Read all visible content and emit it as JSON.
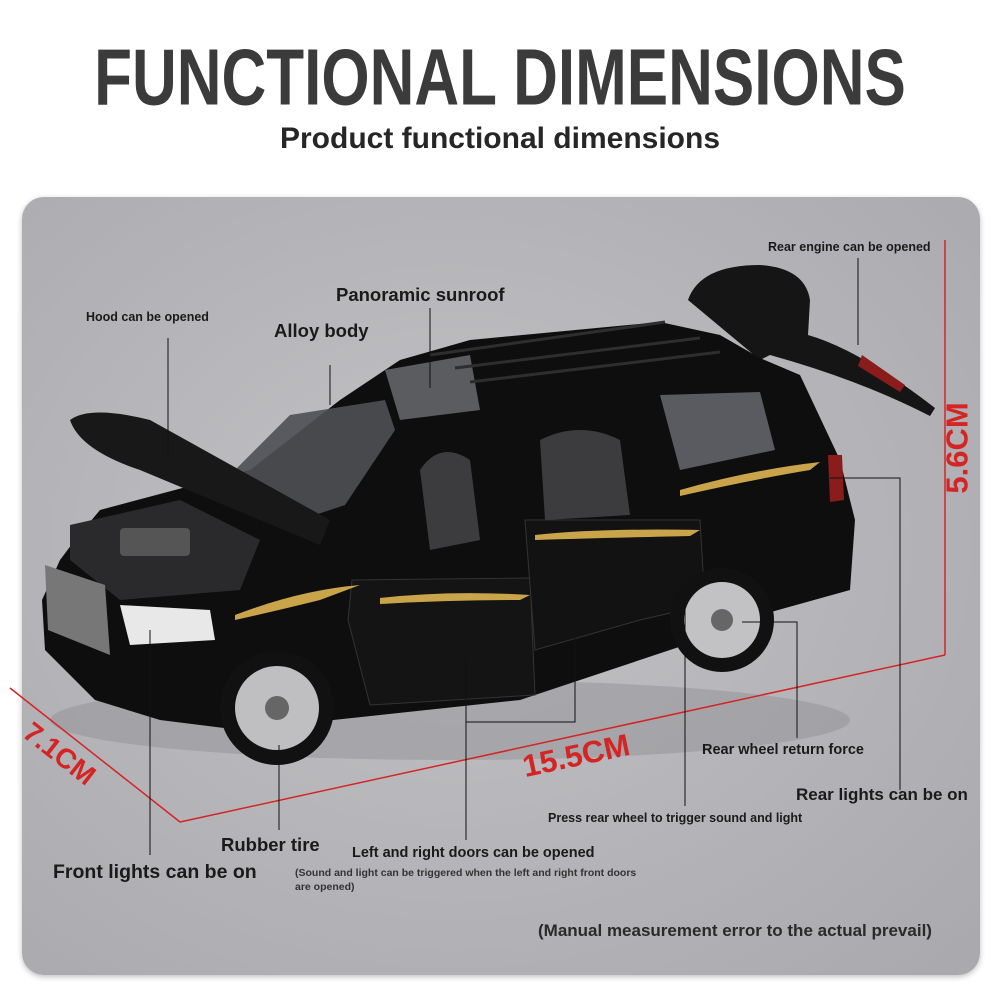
{
  "header": {
    "title": "FUNCTIONAL DIMENSIONS",
    "subtitle": "Product functional dimensions"
  },
  "dimensions": {
    "height": "5.6CM",
    "width": "7.1CM",
    "length": "15.5CM",
    "line_color": "#d42424"
  },
  "features": {
    "rear_engine": "Rear engine can be opened",
    "sunroof": "Panoramic sunroof",
    "hood": "Hood can be opened",
    "alloy_body": "Alloy body",
    "rear_wheel": "Rear wheel return force",
    "rear_lights": "Rear lights can be on",
    "press_rear_wheel": "Press rear wheel to trigger sound and light",
    "rubber_tire": "Rubber tire",
    "doors": "Left and right doors can be opened",
    "doors_note_1": "(Sound and light can be triggered when the left and right front doors",
    "doors_note_2": "are opened)",
    "front_lights": "Front lights can be on"
  },
  "footer": {
    "note": "(Manual measurement error to the actual prevail)"
  }
}
